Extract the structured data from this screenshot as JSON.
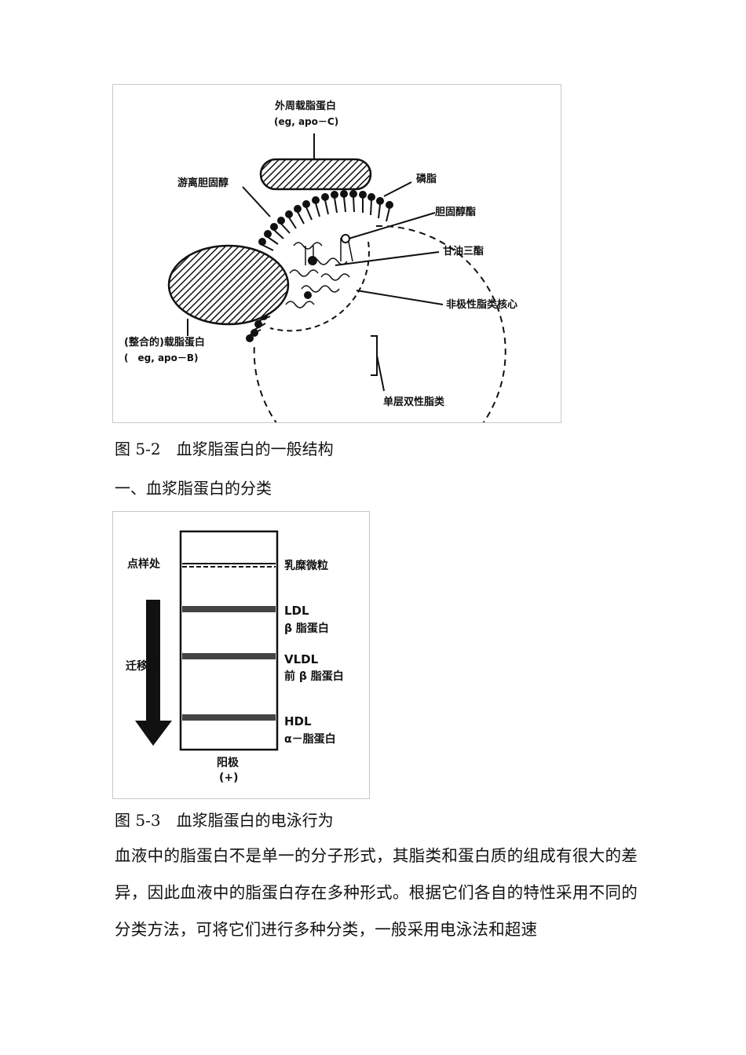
{
  "figure1": {
    "labels": {
      "peripheral_apo": "外周载脂蛋白",
      "peripheral_apo_eg": "(eg, apo－C)",
      "free_cholesterol": "游离胆固醇",
      "phospholipid": "磷脂",
      "cholesteryl_ester": "胆固醇酯",
      "triglyceride": "甘油三酯",
      "nonpolar_core": "非极性脂类核心",
      "integral_apo": "(整合的)载脂蛋白",
      "integral_apo_eg": "(　eg, apo－B)",
      "monolayer": "单层双性脂类"
    },
    "caption": "图 5-2　血浆脂蛋白的一般结构"
  },
  "section_heading": "一、血浆脂蛋白的分类",
  "figure2": {
    "labels": {
      "origin": "点样处",
      "migration": "迁移率",
      "chylomicron": "乳糜微粒",
      "ldl": "LDL",
      "ldl_sub": "β 脂蛋白",
      "vldl": "VLDL",
      "vldl_sub": "前 β 脂蛋白",
      "hdl": "HDL",
      "hdl_sub": "α－脂蛋白",
      "anode": "阳极",
      "anode_sign": "(+)"
    },
    "caption": "图 5-3　血浆脂蛋白的电泳行为"
  },
  "paragraph": "血液中的脂蛋白不是单一的分子形式，其脂类和蛋白质的组成有很大的差异，因此血液中的脂蛋白存在多种形式。根据它们各自的特性采用不同的分类方法，可将它们进行多种分类，一般采用电泳法和超速"
}
